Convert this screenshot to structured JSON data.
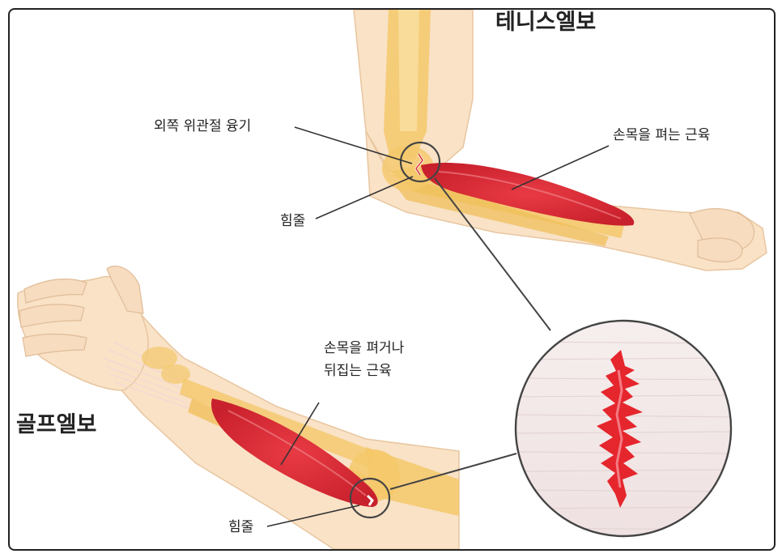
{
  "titles": {
    "tennis": "테니스엘보",
    "golf": "골프엘보"
  },
  "labels": {
    "lateral_epicondyle": "외쪽 위관절 융기",
    "tendon_top": "힘줄",
    "wrist_extensor": "손목을 펴는 근육",
    "wrist_flexor_line1": "손목을 펴거나",
    "wrist_flexor_line2": "뒤집는 근육",
    "tendon_bottom": "힘줄"
  },
  "colors": {
    "skin": "#f9e2c6",
    "bone": "#f4c86a",
    "muscle": "#dc2f3c",
    "tear": "#e5262d",
    "leader": "#333333"
  }
}
